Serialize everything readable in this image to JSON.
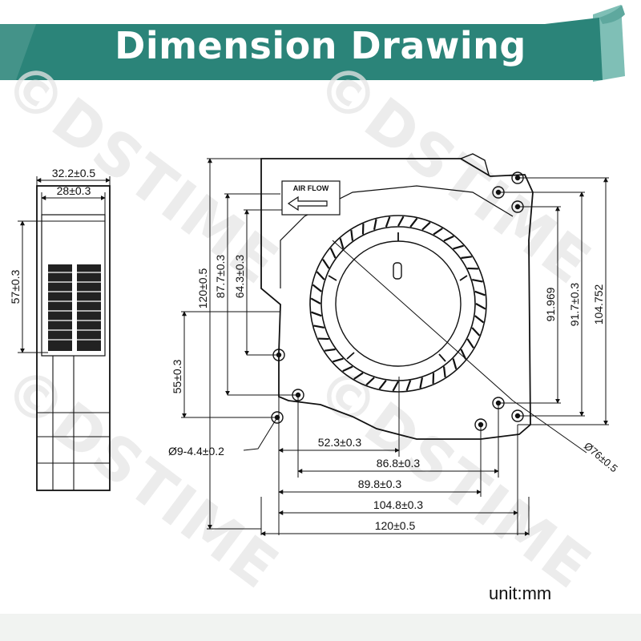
{
  "banner": {
    "title": "Dimension Drawing",
    "bg_color": "#2b8479",
    "scroll_color": "#7fbfb6"
  },
  "watermark": {
    "text": "©DSTIME"
  },
  "side_view": {
    "dims": {
      "total_width": "32.2±0.5",
      "body_width": "28±0.3",
      "grille_height": "57±0.3"
    }
  },
  "front_view": {
    "airflow_label": "AIR FLOW",
    "dims": {
      "overall_height": "120±0.5",
      "height_87": "87.7±0.3",
      "height_64": "64.3±0.3",
      "height_55": "55±0.3",
      "right_91969": "91.969",
      "right_917": "91.7±0.3",
      "right_104752": "104.752",
      "width_523": "52.3±0.3",
      "width_868": "86.8±0.3",
      "width_898": "89.8±0.3",
      "width_1048": "104.8±0.3",
      "width_120": "120±0.5",
      "hole": "Ø9-4.4±0.2",
      "impeller": "Ø76±0.5"
    }
  },
  "unit_label": "unit:mm"
}
